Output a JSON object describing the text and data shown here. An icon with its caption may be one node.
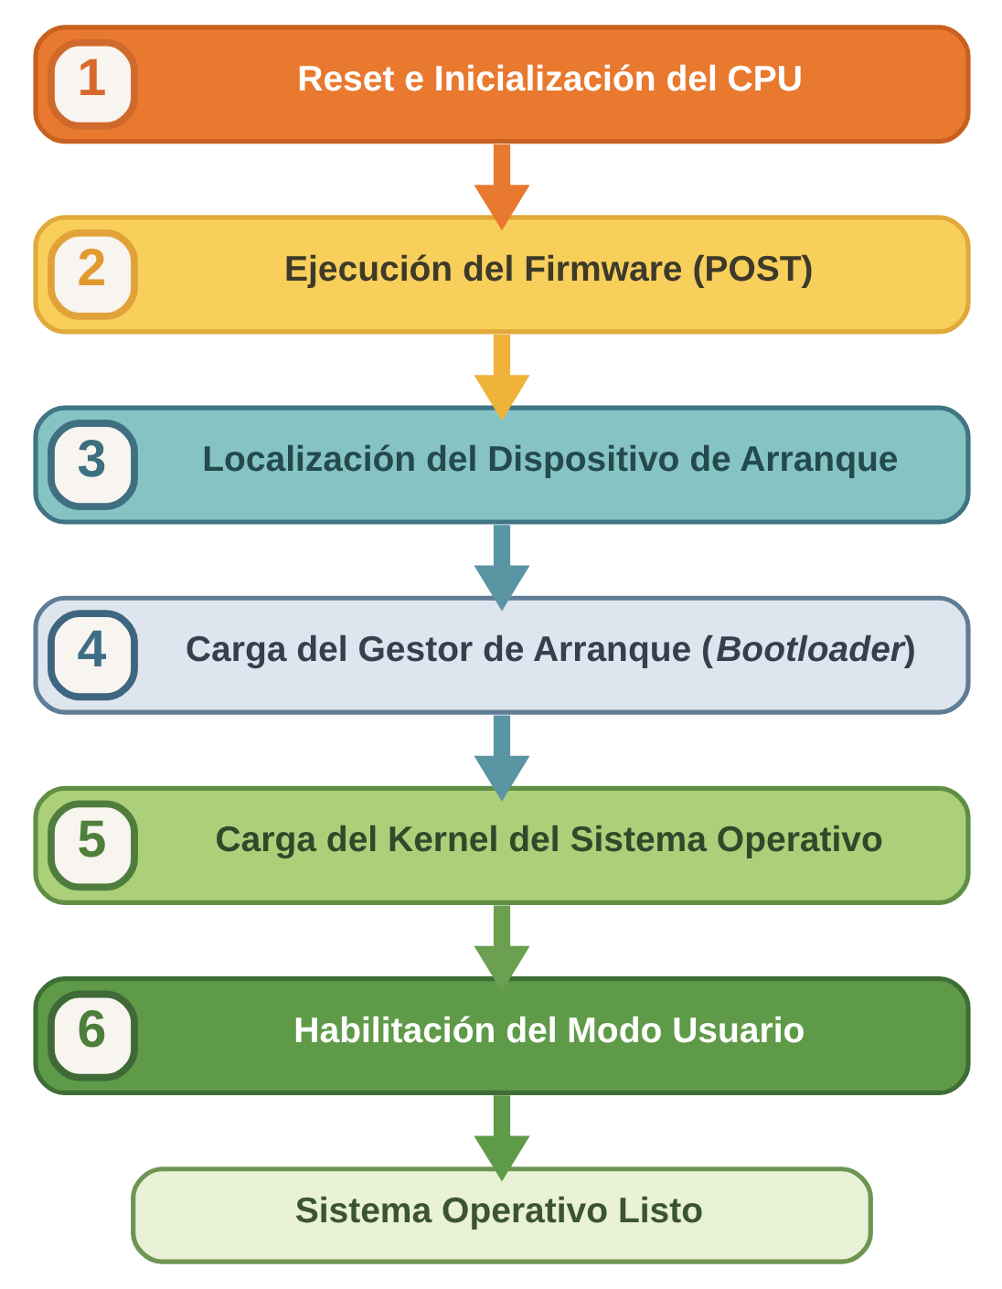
{
  "diagram": {
    "nodes": [
      {
        "text": [
          "1",
          "Reset e Inicialización del CPU"
        ]
      },
      {
        "text": [
          "2",
          "Ejecución del Firmware (POST)"
        ]
      },
      {
        "text": [
          "3",
          "Localización del Dispositivo de Arranque"
        ]
      },
      {
        "text": [
          "4",
          "Carga del Gestor de Arranque (*Bootloader*)"
        ]
      },
      {
        "text": [
          "5",
          "Carga del Kernel del Sistema Operativo"
        ]
      },
      {
        "text": [
          "6",
          "Habilitación del Modo Usuario"
        ]
      },
      {
        "text": [
          "Sistema Operativo Listo"
        ]
      }
    ],
    "edges": [
      {
        "from": 0,
        "to": 1,
        "arrow": "to",
        "color": "#e8792f"
      },
      {
        "from": 1,
        "to": 2,
        "arrow": "to",
        "color": "#efb33a"
      },
      {
        "from": 2,
        "to": 3,
        "arrow": "to",
        "color": "#5a95a3"
      },
      {
        "from": 3,
        "to": 4,
        "arrow": "to",
        "color": "#5a95a3"
      },
      {
        "from": 4,
        "to": 5,
        "arrow": "to",
        "color": "#6aa050"
      },
      {
        "from": 5,
        "to": 6,
        "arrow": "to",
        "color": "#5f9a48"
      }
    ]
  }
}
